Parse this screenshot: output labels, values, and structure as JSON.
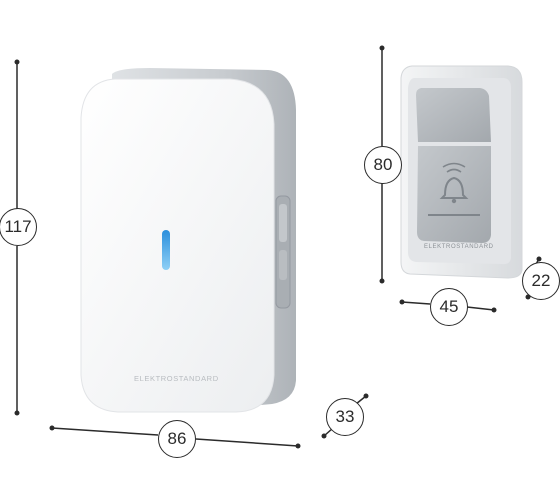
{
  "product": {
    "receiver_brand": "ELEKTROSTANDARD",
    "button_brand": "ELEKTROSTANDARD"
  },
  "dimensions": {
    "receiver_height": "117",
    "receiver_width": "86",
    "receiver_depth": "33",
    "button_height": "80",
    "button_width": "45",
    "button_depth": "22"
  },
  "icons": {
    "bell": "bell-icon"
  },
  "colors": {
    "receiver_body": "#f4f5f6",
    "receiver_shell": "#c9ccd0",
    "indicator": "#4aa8e8",
    "button_face": "#aeb2b7",
    "button_frame": "#eceef0",
    "dimension_lines": "#2b2b2b"
  }
}
